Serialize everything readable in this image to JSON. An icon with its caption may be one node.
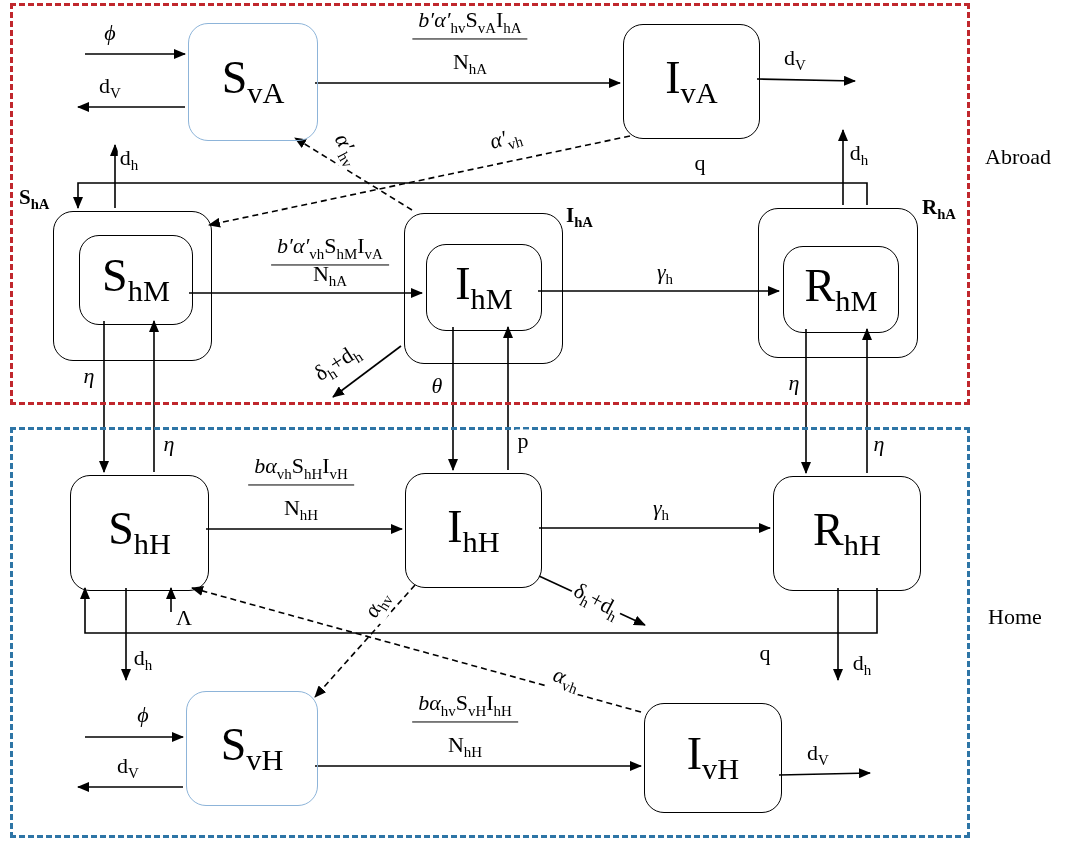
{
  "diagram": {
    "nodes": [
      {
        "text": [
          "Abroad"
        ]
      },
      {
        "text": [
          "Home"
        ]
      },
      {
        "text": [
          "S$_{vA}$"
        ],
        "in": 0
      },
      {
        "text": [
          "I$_{vA}$"
        ],
        "in": 0
      },
      {
        "text": [
          "S$_{hA}$"
        ],
        "in": 0
      },
      {
        "text": [
          "S$_{hM}$"
        ],
        "in": 4
      },
      {
        "text": [
          "I$_{hA}$"
        ],
        "in": 0
      },
      {
        "text": [
          "I$_{hM}$"
        ],
        "in": 6
      },
      {
        "text": [
          "R$_{hA}$"
        ],
        "in": 0
      },
      {
        "text": [
          "R$_{hM}$"
        ],
        "in": 8
      },
      {
        "text": [
          "S$_{hH}$"
        ],
        "in": 1
      },
      {
        "text": [
          "I$_{hH}$"
        ],
        "in": 1
      },
      {
        "text": [
          "R$_{hH}$"
        ],
        "in": 1
      },
      {
        "text": [
          "S$_{vH}$"
        ],
        "in": 1
      },
      {
        "text": [
          "I$_{vH}$"
        ],
        "in": 1
      }
    ],
    "edges": [
      {
        "from": null,
        "to": 2,
        "arrow": "to",
        "label": "ϕ"
      },
      {
        "from": 2,
        "to": null,
        "arrow": "to",
        "label": "d$_{V}$"
      },
      {
        "from": 2,
        "to": 3,
        "arrow": "to",
        "label": "*b′α′*$_{hv}$S$_{vA}$I$_{hA}$"
      },
      {
        "from": 3,
        "to": null,
        "arrow": "to",
        "label": "d$_{V}$"
      },
      {
        "from": 6,
        "to": 2,
        "arrow": "to",
        "label": "*α′*$_{hv}$",
        "style": "dashed"
      },
      {
        "from": 3,
        "to": 4,
        "arrow": "to",
        "label": "*α′*$_{vh}$",
        "style": "dashed"
      },
      {
        "from": 5,
        "to": 7,
        "arrow": "to",
        "label": "*b′α′*$_{vh}$S$_{hM}$I$_{vA}$"
      },
      {
        "from": 7,
        "to": 9,
        "arrow": "to",
        "label": "*γ*$_{h}$"
      },
      {
        "from": 8,
        "to": 4,
        "arrow": "to",
        "label": "q"
      },
      {
        "from": 4,
        "to": null,
        "arrow": "to",
        "label": "d$_{h}$"
      },
      {
        "from": 8,
        "to": null,
        "arrow": "to",
        "label": "d$_{h}$"
      },
      {
        "from": 6,
        "to": null,
        "arrow": "to",
        "label": "δ$_{h}$+d$_{h}$"
      },
      {
        "from": 5,
        "to": 10,
        "arrow": "to",
        "label": "η"
      },
      {
        "from": 10,
        "to": 5,
        "arrow": "to",
        "label": "η"
      },
      {
        "from": 7,
        "to": 11,
        "arrow": "to",
        "label": "θ"
      },
      {
        "from": 11,
        "to": 7,
        "arrow": "to",
        "label": "p"
      },
      {
        "from": 9,
        "to": 12,
        "arrow": "to",
        "label": "η"
      },
      {
        "from": 12,
        "to": 9,
        "arrow": "to",
        "label": "η"
      },
      {
        "from": 10,
        "to": 11,
        "arrow": "to",
        "label": "*bα*$_{vh}$S$_{hH}$I$_{vH}$"
      },
      {
        "from": 11,
        "to": 12,
        "arrow": "to",
        "label": "*γ*$_{h}$"
      },
      {
        "from": 11,
        "to": null,
        "arrow": "to",
        "label": "δ$_{h}$+d$_{h}$"
      },
      {
        "from": 12,
        "to": 10,
        "arrow": "to",
        "label": "q"
      },
      {
        "from": null,
        "to": 10,
        "arrow": "to",
        "label": "Λ"
      },
      {
        "from": 10,
        "to": null,
        "arrow": "to",
        "label": "d$_{h}$"
      },
      {
        "from": 14,
        "to": 10,
        "arrow": "to",
        "label": "*α*$_{vh}$",
        "style": "dashed"
      },
      {
        "from": 11,
        "to": 13,
        "arrow": "to",
        "label": "*α*$_{hv}$",
        "style": "dashed"
      },
      {
        "from": null,
        "to": 13,
        "arrow": "to",
        "label": "ϕ"
      },
      {
        "from": 13,
        "to": null,
        "arrow": "to",
        "label": "d$_{V}$"
      },
      {
        "from": 13,
        "to": 14,
        "arrow": "to",
        "label": "*bα*$_{hv}$S$_{vH}$I$_{hH}$"
      },
      {
        "from": 14,
        "to": null,
        "arrow": "to",
        "label": "d$_{V}$"
      },
      {
        "from": 12,
        "to": null,
        "arrow": "to",
        "label": "d$_{h}$"
      }
    ],
    "labels": [
      "N$_{hA}$",
      "N$_{hA}$",
      "N$_{hH}$",
      "N$_{hH}$"
    ]
  }
}
